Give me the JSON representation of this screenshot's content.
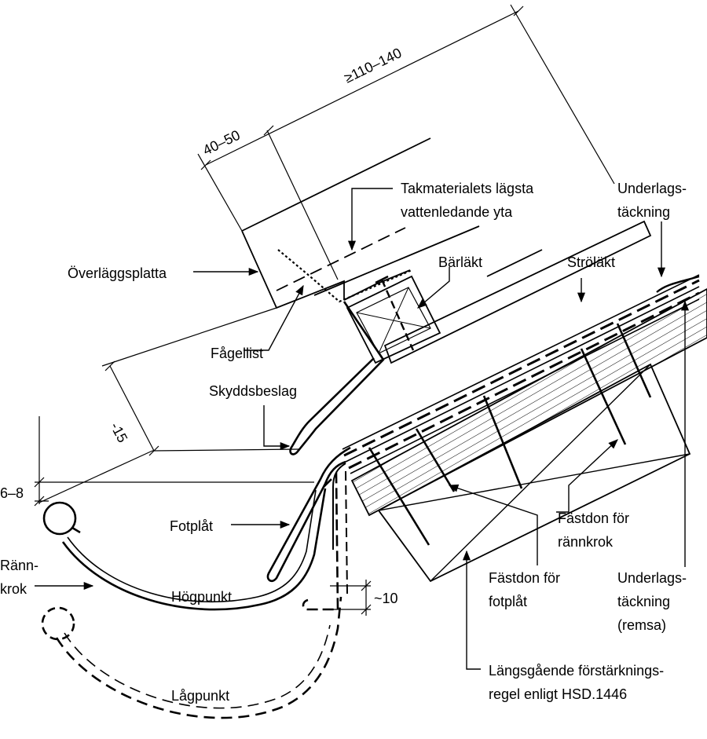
{
  "labels": {
    "takmaterial_1": "Takmaterialets lägsta",
    "takmaterial_2": "vattenledande yta",
    "underlag_1": "Underlags-",
    "underlag_2": "täckning",
    "overlaggsplatta": "Överläggsplatta",
    "barlakt": "Bärläkt",
    "strolakt": "Ströläkt",
    "fagellist": "Fågellist",
    "skyddsbeslag": "Skyddsbeslag",
    "fotplat": "Fotplåt",
    "rannkrok_1": "Ränn-",
    "rannkrok_2": "krok",
    "hogpunkt": "Högpunkt",
    "lagpunkt": "Lågpunkt",
    "fastdon_rannkrok_1": "Fästdon för",
    "fastdon_rannkrok_2": "rännkrok",
    "fastdon_fotplat_1": "Fästdon för",
    "fastdon_fotplat_2": "fotplåt",
    "underlag_remsa_1": "Underlags-",
    "underlag_remsa_2": "täckning",
    "underlag_remsa_3": "(remsa)",
    "langsgaende_1": "Längsgående förstärknings-",
    "langsgaende_2": "regel enligt HSD.1446"
  },
  "dimensions": {
    "overlap": "≥110–140",
    "edge": "40–50",
    "drop": "-15",
    "gutter_gap": "6–8",
    "tilt": "~10"
  },
  "colors": {
    "ink": "#000000",
    "paper": "#ffffff"
  }
}
